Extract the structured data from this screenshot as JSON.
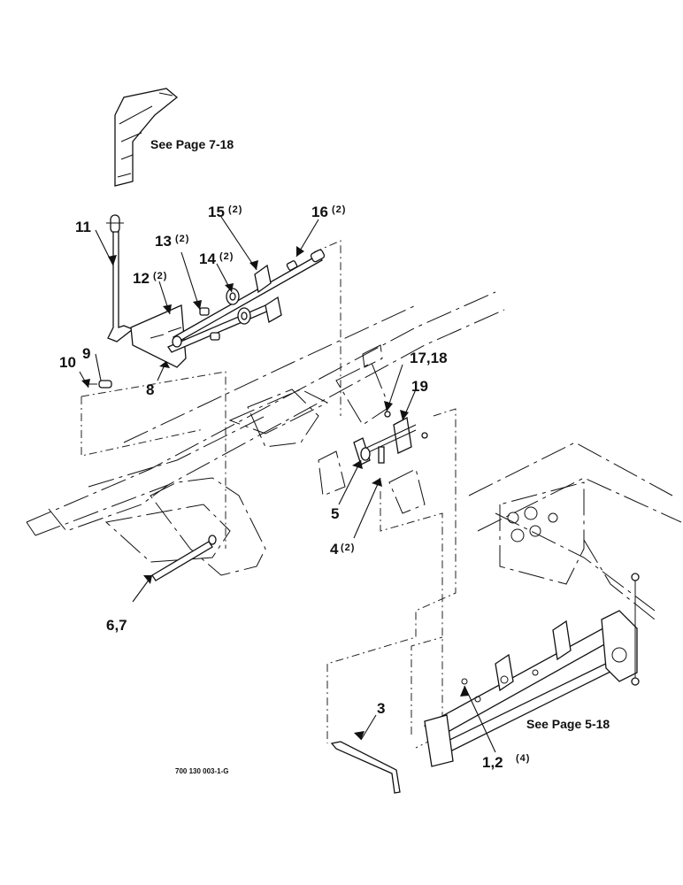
{
  "references": {
    "top": "See Page 7-18",
    "bottom": "See Page 5-18"
  },
  "drawing_number": "700 130 003-1-G",
  "callouts": [
    {
      "id": "c11",
      "label": "11",
      "qty": ""
    },
    {
      "id": "c15",
      "label": "15",
      "qty": "(2)"
    },
    {
      "id": "c16",
      "label": "16",
      "qty": "(2)"
    },
    {
      "id": "c13",
      "label": "13",
      "qty": "(2)"
    },
    {
      "id": "c14",
      "label": "14",
      "qty": "(2)"
    },
    {
      "id": "c12",
      "label": "12",
      "qty": "(2)"
    },
    {
      "id": "c10",
      "label": "10",
      "qty": ""
    },
    {
      "id": "c9",
      "label": "9",
      "qty": ""
    },
    {
      "id": "c8",
      "label": "8",
      "qty": ""
    },
    {
      "id": "c17",
      "label": "17,18",
      "qty": ""
    },
    {
      "id": "c19",
      "label": "19",
      "qty": ""
    },
    {
      "id": "c5",
      "label": "5",
      "qty": ""
    },
    {
      "id": "c4",
      "label": "4",
      "qty": "(2)"
    },
    {
      "id": "c6",
      "label": "6,7",
      "qty": ""
    },
    {
      "id": "c3",
      "label": "3",
      "qty": ""
    },
    {
      "id": "c1",
      "label": "1,2",
      "qty": "(4)"
    }
  ]
}
